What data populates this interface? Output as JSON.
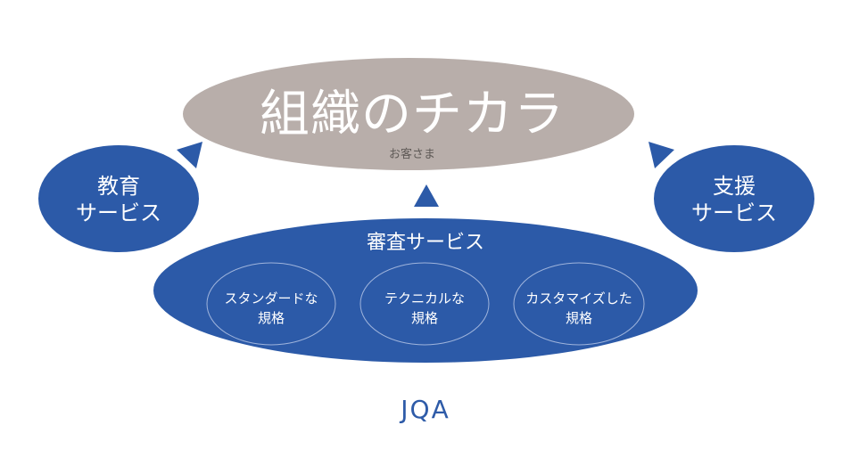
{
  "colors": {
    "primary_blue": "#2c5aa8",
    "customer_gray": "#b8aeaa",
    "inner_outline": "#9fb4dc",
    "text_white": "#ffffff",
    "subtitle_gray": "#5f5a57",
    "brand_blue": "#2e5ba8"
  },
  "customer": {
    "title": "組織のチカラ",
    "subtitle": "お客さま"
  },
  "education": {
    "line1": "教育",
    "line2": "サービス"
  },
  "support": {
    "line1": "支援",
    "line2": "サービス"
  },
  "audit": {
    "title": "審査サービス",
    "standards": [
      {
        "line1": "スタンダードな",
        "line2": "規格"
      },
      {
        "line1": "テクニカルな",
        "line2": "規格"
      },
      {
        "line1": "カスタマイズした",
        "line2": "規格"
      }
    ]
  },
  "brand": "JQA"
}
